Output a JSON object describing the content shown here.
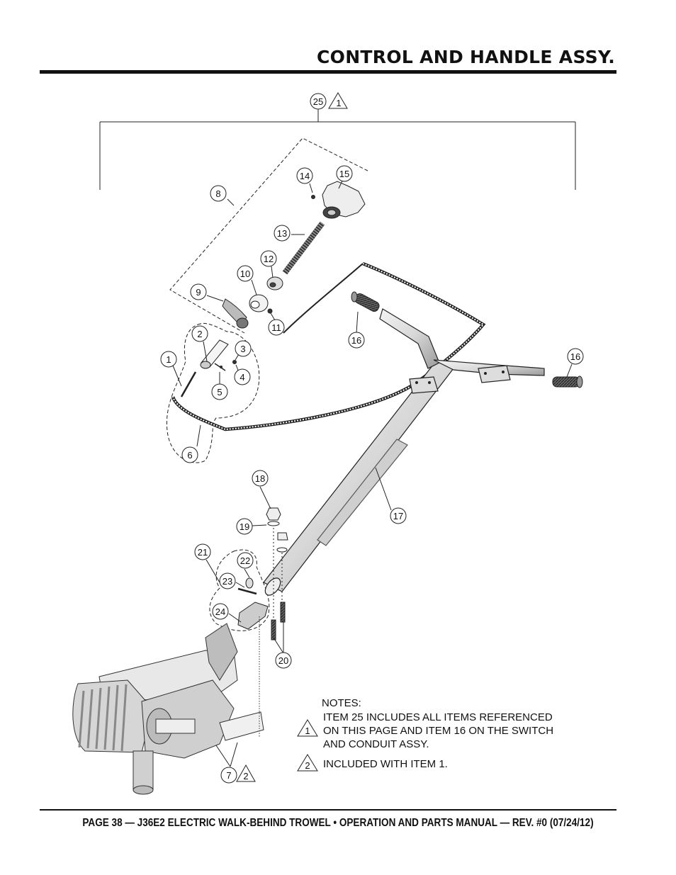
{
  "header": {
    "title": "CONTROL AND HANDLE ASSY."
  },
  "footer": {
    "text": "PAGE 38 — J36E2 ELECTRIC WALK-BEHIND TROWEL • OPERATION AND PARTS MANUAL — REV. #0 (07/24/12)"
  },
  "callouts": {
    "c25": "25",
    "c8": "8",
    "c14": "14",
    "c15": "15",
    "c13": "13",
    "c12": "12",
    "c10": "10",
    "c9": "9",
    "c11": "11",
    "c2": "2",
    "c3": "3",
    "c1": "1",
    "c4": "4",
    "c5": "5",
    "c6": "6",
    "c16a": "16",
    "c16b": "16",
    "c18": "18",
    "c19": "19",
    "c17": "17",
    "c21": "21",
    "c22": "22",
    "c23": "23",
    "c24": "24",
    "c20": "20",
    "c7": "7"
  },
  "flags": {
    "f25": "1",
    "f7": "2"
  },
  "notes": {
    "heading": "NOTES:",
    "note1_flag": "1",
    "note1_line1": "ITEM 25 INCLUDES ALL ITEMS REFERENCED",
    "note1_line2": "ON THIS PAGE AND ITEM 16 ON THE SWITCH",
    "note1_line3": "AND CONDUIT ASSY.",
    "note2_flag": "2",
    "note2_text": "INCLUDED WITH ITEM 1."
  }
}
